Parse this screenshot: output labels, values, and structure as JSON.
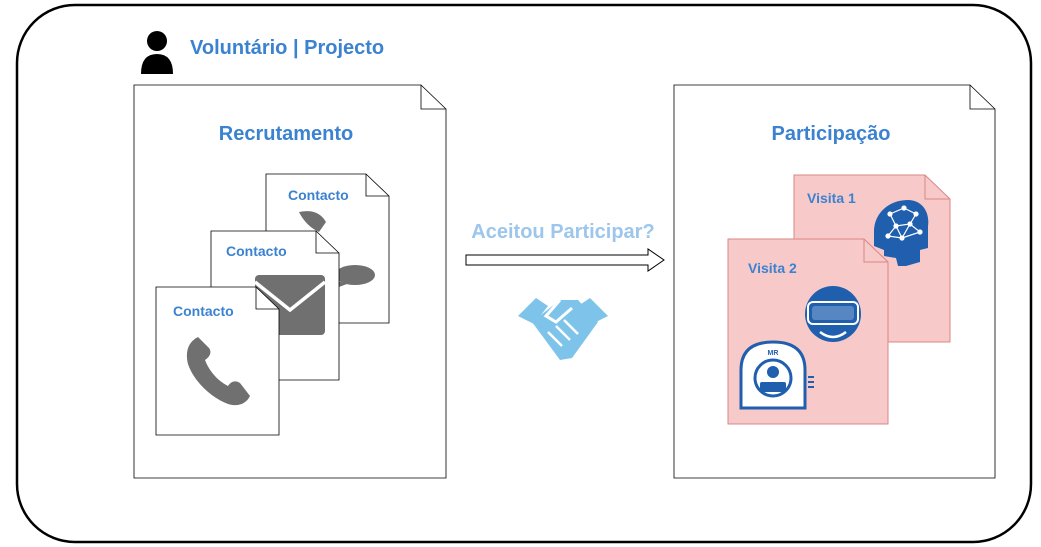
{
  "header": {
    "title": "Voluntário | Projecto",
    "icon": "person-icon"
  },
  "recruitment": {
    "title": "Recrutamento",
    "contact_cards": [
      {
        "label": "Contacto",
        "icon": "chat-icon"
      },
      {
        "label": "Contacto",
        "icon": "envelope-icon"
      },
      {
        "label": "Contacto",
        "icon": "phone-icon"
      }
    ]
  },
  "decision": {
    "label": "Aceitou Participar?",
    "icon": "handshake-icon"
  },
  "participation": {
    "title": "Participação",
    "visit_cards": [
      {
        "label": "Visita 1",
        "icon": "brain-head-icon"
      },
      {
        "label": "Visita 2",
        "icon": "vr-headset-icon"
      }
    ],
    "extra_icon": "mri-scanner-icon",
    "mri_label": "MR"
  },
  "colors": {
    "accent_blue": "#3b82d0",
    "icon_gray": "#707070",
    "visit_fill": "#f7c9c9",
    "visit_stroke": "#d98888",
    "handshake": "#7ec3ea",
    "dark_blue": "#1f5fae",
    "outline": "#000000"
  }
}
